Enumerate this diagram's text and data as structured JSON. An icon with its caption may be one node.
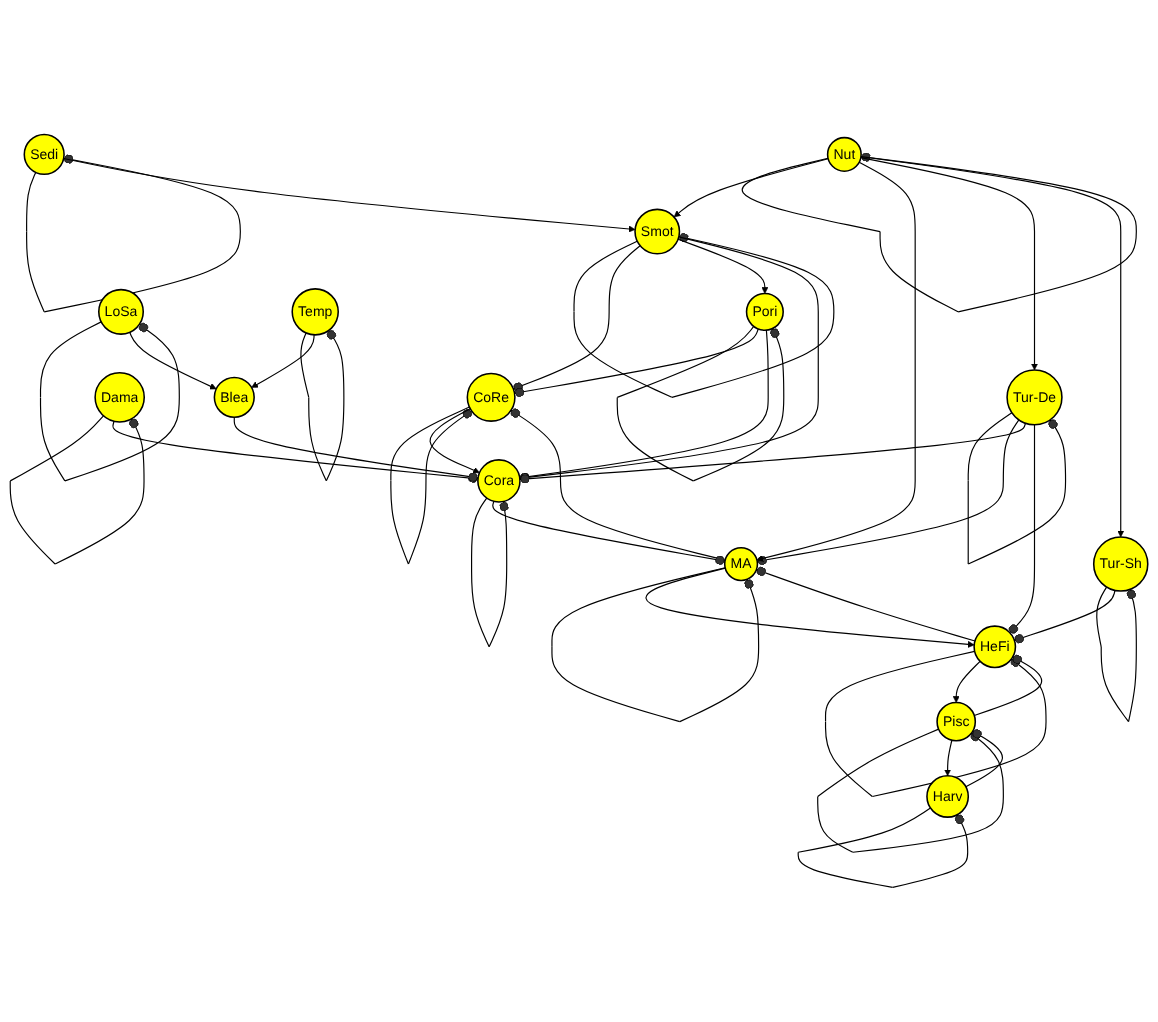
{
  "diagram": {
    "nodes": [
      {
        "text": [
          "CoRe"
        ]
      },
      {
        "text": [
          "Smot"
        ]
      },
      {
        "text": [
          "Sedi"
        ]
      },
      {
        "text": [
          "Pori"
        ]
      },
      {
        "text": [
          "Harv"
        ]
      },
      {
        "text": [
          "MA"
        ]
      },
      {
        "text": [
          "Cora"
        ]
      },
      {
        "text": [
          "Dama"
        ]
      },
      {
        "text": [
          "Pisc"
        ]
      },
      {
        "text": [
          "Blea"
        ]
      },
      {
        "text": [
          "LoSa"
        ]
      },
      {
        "text": [
          "HeFi"
        ]
      },
      {
        "text": [
          "Tur-De"
        ]
      },
      {
        "text": [
          "Nut"
        ]
      },
      {
        "text": [
          "Temp"
        ]
      },
      {
        "text": [
          "Tur-Sh"
        ]
      }
    ],
    "edges": [
      {
        "from": 0,
        "to": 0,
        "arrow": "other"
      },
      {
        "from": 1,
        "to": 1,
        "arrow": "other"
      },
      {
        "from": 2,
        "to": 2,
        "arrow": "other"
      },
      {
        "from": 3,
        "to": 3,
        "arrow": "other"
      },
      {
        "from": 4,
        "to": 4,
        "arrow": "other"
      },
      {
        "from": 5,
        "to": 5,
        "arrow": "other"
      },
      {
        "from": 6,
        "to": 6,
        "arrow": "other"
      },
      {
        "from": 7,
        "to": 7,
        "arrow": "other"
      },
      {
        "from": 8,
        "to": 8,
        "arrow": "other"
      },
      {
        "from": 10,
        "to": 10,
        "arrow": "other"
      },
      {
        "from": 11,
        "to": 11,
        "arrow": "other"
      },
      {
        "from": 12,
        "to": 12,
        "arrow": "other"
      },
      {
        "from": 13,
        "to": 13,
        "arrow": "other"
      },
      {
        "from": 14,
        "to": 14,
        "arrow": "other"
      },
      {
        "from": 15,
        "to": 15,
        "arrow": "other"
      },
      {
        "from": 1,
        "to": 0,
        "arrow": "other"
      },
      {
        "from": 3,
        "to": 0,
        "arrow": "other"
      },
      {
        "from": 2,
        "to": 1,
        "arrow": "to"
      },
      {
        "from": 1,
        "to": 3,
        "arrow": "to"
      },
      {
        "from": 0,
        "to": 6,
        "arrow": "to"
      },
      {
        "from": 3,
        "to": 6,
        "arrow": "other"
      },
      {
        "from": 1,
        "to": 6,
        "arrow": "other"
      },
      {
        "from": 5,
        "to": 0,
        "arrow": "other"
      },
      {
        "from": 6,
        "to": 5,
        "arrow": "other"
      },
      {
        "from": 7,
        "to": 6,
        "arrow": "other"
      },
      {
        "from": 9,
        "to": 6,
        "arrow": "other"
      },
      {
        "from": 13,
        "to": 1,
        "arrow": "to"
      },
      {
        "from": 10,
        "to": 9,
        "arrow": "to"
      },
      {
        "from": 14,
        "to": 9,
        "arrow": "to"
      },
      {
        "from": 4,
        "to": 8,
        "arrow": "other"
      },
      {
        "from": 8,
        "to": 4,
        "arrow": "to"
      },
      {
        "from": 8,
        "to": 11,
        "arrow": "other"
      },
      {
        "from": 11,
        "to": 8,
        "arrow": "to"
      },
      {
        "from": 5,
        "to": 11,
        "arrow": "to"
      },
      {
        "from": 11,
        "to": 5,
        "arrow": "other"
      },
      {
        "from": 12,
        "to": 5,
        "arrow": "other"
      },
      {
        "from": 13,
        "to": 5,
        "arrow": "to"
      },
      {
        "from": 12,
        "to": 6,
        "arrow": "other"
      },
      {
        "from": 12,
        "to": 11,
        "arrow": "other"
      },
      {
        "from": 13,
        "to": 12,
        "arrow": "to"
      },
      {
        "from": 13,
        "to": 15,
        "arrow": "to"
      },
      {
        "from": 15,
        "to": 11,
        "arrow": "other"
      }
    ]
  }
}
